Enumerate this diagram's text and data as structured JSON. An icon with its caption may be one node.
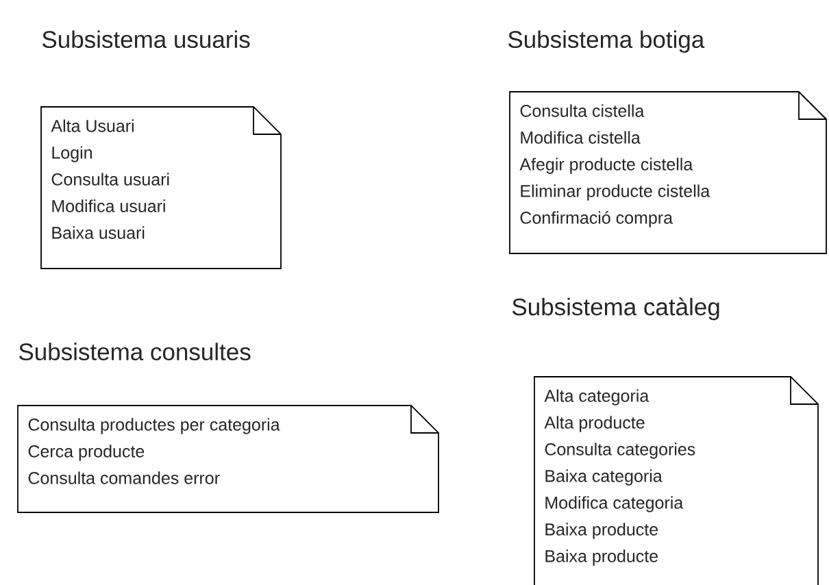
{
  "diagram": {
    "nodes": [
      {
        "text": [
          "Subsistema usuaris",
          "Alta Usuari",
          "Login",
          "Consulta usuari",
          "Modifica usuari",
          "Baixa usuari"
        ]
      },
      {
        "text": [
          "Subsistema botiga",
          "Consulta cistella",
          "Modifica cistella",
          "Afegir producte cistella",
          "Eliminar producte cistella",
          "Confirmació compra"
        ]
      },
      {
        "text": [
          "Subsistema consultes",
          "Consulta productes per categoria",
          "Cerca producte",
          "Consulta comandes error"
        ]
      },
      {
        "text": [
          "Subsistema catàleg",
          "Alta categoria",
          "Alta producte",
          "Consulta categories",
          "Baixa categoria",
          "Modifica categoria",
          "Baixa producte",
          "Baixa producte"
        ]
      }
    ]
  }
}
